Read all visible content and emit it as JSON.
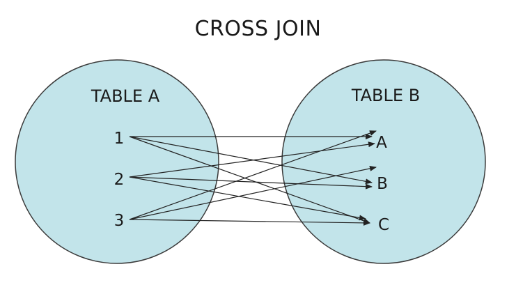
{
  "title": "CROSS JOIN",
  "colors": {
    "circle_fill": "#c2e4ea",
    "circle_stroke": "#3a3a3a",
    "line": "#222222"
  },
  "table_a": {
    "label": "TABLE  A",
    "rows": [
      "1",
      "2",
      "3"
    ]
  },
  "table_b": {
    "label": "TABLE  B",
    "rows": [
      "A",
      "B",
      "C"
    ]
  },
  "joins": [
    {
      "from": "1",
      "to": "A"
    },
    {
      "from": "1",
      "to": "B"
    },
    {
      "from": "1",
      "to": "C"
    },
    {
      "from": "2",
      "to": "A"
    },
    {
      "from": "2",
      "to": "B"
    },
    {
      "from": "2",
      "to": "C"
    },
    {
      "from": "3",
      "to": "A"
    },
    {
      "from": "3",
      "to": "B"
    },
    {
      "from": "3",
      "to": "C"
    }
  ]
}
